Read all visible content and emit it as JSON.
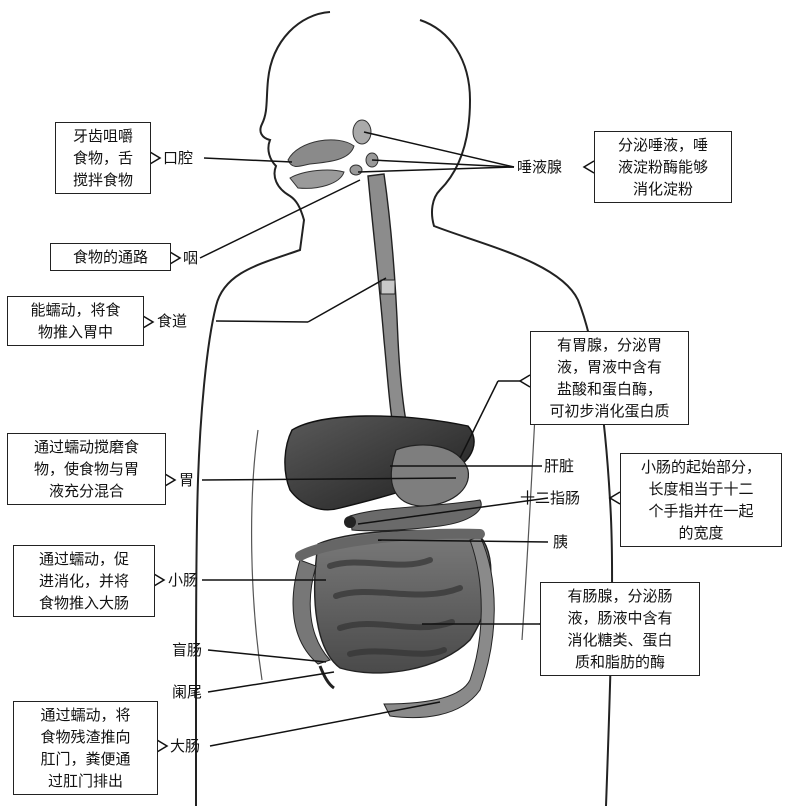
{
  "organs": {
    "mouth": "口腔",
    "salivary_gland": "唾液腺",
    "pharynx": "咽",
    "esophagus": "食道",
    "stomach": "胃",
    "liver": "肝脏",
    "duodenum": "十二指肠",
    "pancreas": "胰",
    "small_intestine": "小肠",
    "cecum": "盲肠",
    "appendix": "阑尾",
    "large_intestine": "大肠"
  },
  "notes": {
    "mouth": [
      "牙齿咀嚼",
      "食物，舌",
      "搅拌食物"
    ],
    "salivary_gland": [
      "分泌唾液，唾",
      "液淀粉酶能够",
      "消化淀粉"
    ],
    "pharynx": [
      "食物的通路"
    ],
    "esophagus": [
      "能蠕动，将食",
      "物推入胃中"
    ],
    "gastric_gland": [
      "有胃腺，分泌胃",
      "液，胃液中含有",
      "盐酸和蛋白酶，",
      "可初步消化蛋白质"
    ],
    "stomach": [
      "通过蠕动搅磨食",
      "物，使食物与胃",
      "液充分混合"
    ],
    "duodenum": [
      "小肠的起始部分，",
      "长度相当于十二",
      "个手指并在一起",
      "的宽度"
    ],
    "small_intestine": [
      "通过蠕动，促",
      "进消化，并将",
      "食物推入大肠"
    ],
    "intestinal_gland": [
      "有肠腺，分泌肠",
      "液，肠液中含有",
      "消化糖类、蛋白",
      "质和脂肪的酶"
    ],
    "large_intestine": [
      "通过蠕动，将",
      "食物残渣推向",
      "肛门，粪便通",
      "过肛门排出"
    ]
  },
  "colors": {
    "ink": "#111111",
    "organ_dark": "#3a3a3a",
    "organ_mid": "#6a6a6a",
    "organ_light": "#a8a8a8"
  }
}
